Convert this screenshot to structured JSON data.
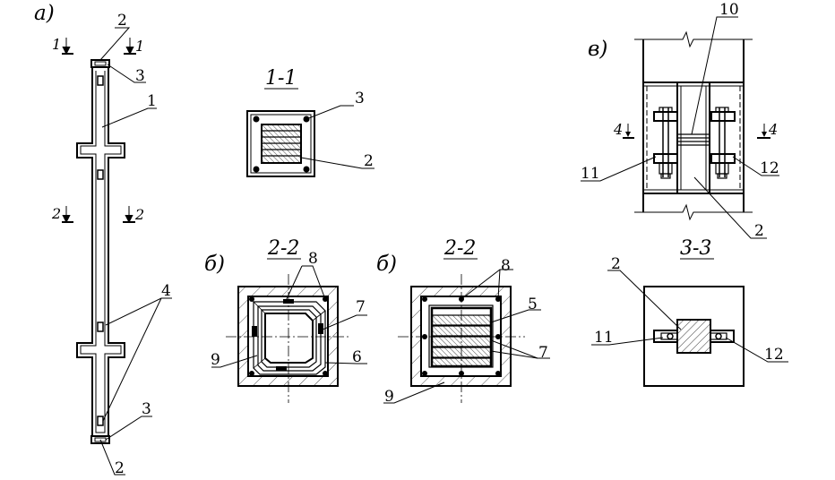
{
  "panels": {
    "a": "а)",
    "b1": "б)",
    "b2": "б)",
    "v": "в)"
  },
  "titles": {
    "s11": "1-1",
    "s22a": "2-2",
    "s22b": "2-2",
    "s33": "3-3"
  },
  "section_marks": {
    "m1": "1",
    "m2": "2",
    "m4": "4"
  },
  "callouts": {
    "n1": "1",
    "n2": "2",
    "n3": "3",
    "n4": "4",
    "n5": "5",
    "n6": "6",
    "n7": "7",
    "n8": "8",
    "n9": "9",
    "n10": "10",
    "n11": "11",
    "n12": "12"
  },
  "colors": {
    "ink": "#000000",
    "paper": "#ffffff"
  }
}
